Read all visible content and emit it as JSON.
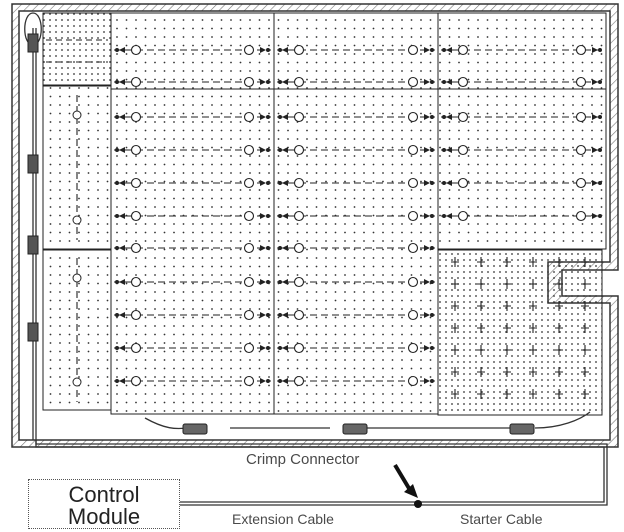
{
  "labels": {
    "crimp_connector": "Crimp Connector",
    "control_line1": "Control",
    "control_line2": "Module",
    "extension_cable": "Extension Cable",
    "starter_cable": "Starter Cable"
  },
  "colors": {
    "wall": "#333333",
    "hatch": "#777777",
    "grid_dot": "#333333",
    "panel_line": "#222222",
    "cable": "#333333",
    "label_text": "#4a4a4a"
  },
  "icons": [
    "arrow-icon",
    "thermostat-icon",
    "connector-icon",
    "crimp-dot-icon"
  ]
}
